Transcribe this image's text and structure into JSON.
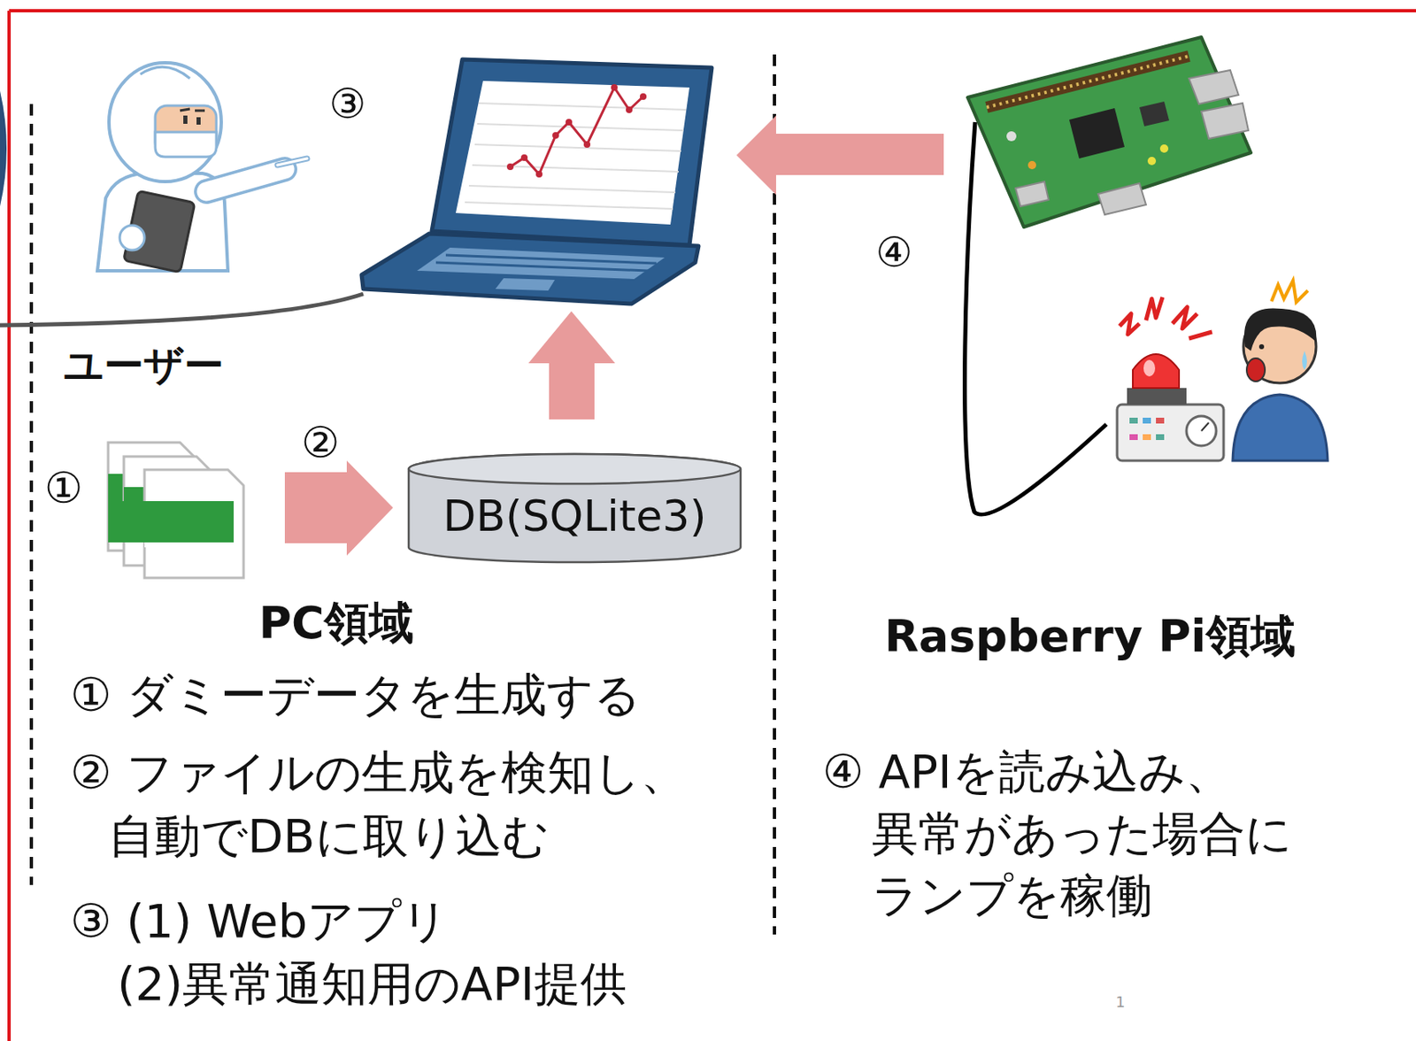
{
  "diagram": {
    "nodes": [
      {
        "text": [
          "DB(SQLite3)"
        ]
      }
    ],
    "labels": [
      "③",
      "④",
      "ユーザー",
      "①",
      "②",
      "PC領域",
      "Raspberry Pi領域",
      "① ダミーデータを生成する",
      "② ファイルの生成を検知し、 自動でDBに取り込む",
      "③ (1) Webアプリ",
      "(2)異常通知用のAPI提供",
      "④ APIを読み込み、 異常があった場合に ランプを稼働",
      "1"
    ]
  }
}
